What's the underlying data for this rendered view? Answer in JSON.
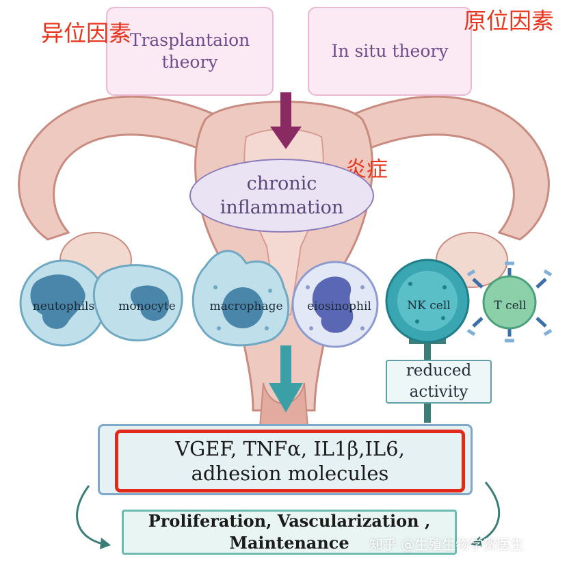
{
  "theories": {
    "transplantation": "Trasplantaion theory",
    "in_situ": "In situ theory"
  },
  "chinese_labels": {
    "ectopic_factor": "异位因素",
    "in_situ_factor": "原位因素",
    "inflammation": "炎症"
  },
  "inflammation_label": "chronic inflammation",
  "cells": {
    "neutrophils": "neutophils",
    "monocyte": "monocyte",
    "macrophage": "macrophage",
    "eosinophil": "eiosinophil",
    "nk_cell": "NK cell",
    "t_cell": "T cell"
  },
  "reduced_activity": "reduced activity",
  "cytokines": "VGEF, TNFα, IL1β,IL6, adhesion molecules",
  "outcome": "Proliferation, Vascularization , Maintenance",
  "watermark": "知乎 @生殖生物学贺医生",
  "colors": {
    "highlight": "#e0291b",
    "chinese_text": "#e8351e",
    "arrow_top": "#8a2a62",
    "arrow_bottom": "#3aa0a6",
    "uterus": "#e8bfb4"
  }
}
